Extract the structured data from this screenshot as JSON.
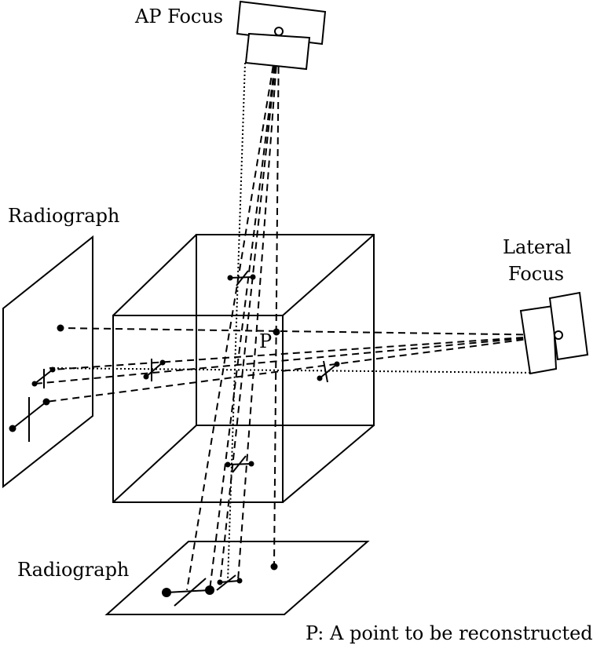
{
  "labels": {
    "ap_focus": "AP Focus",
    "lateral_focus_line1": "Lateral",
    "lateral_focus_line2": "Focus",
    "radiograph_left": "Radiograph",
    "radiograph_bottom": "Radiograph",
    "point_p": "P",
    "caption": "P: A point to be reconstructed"
  }
}
